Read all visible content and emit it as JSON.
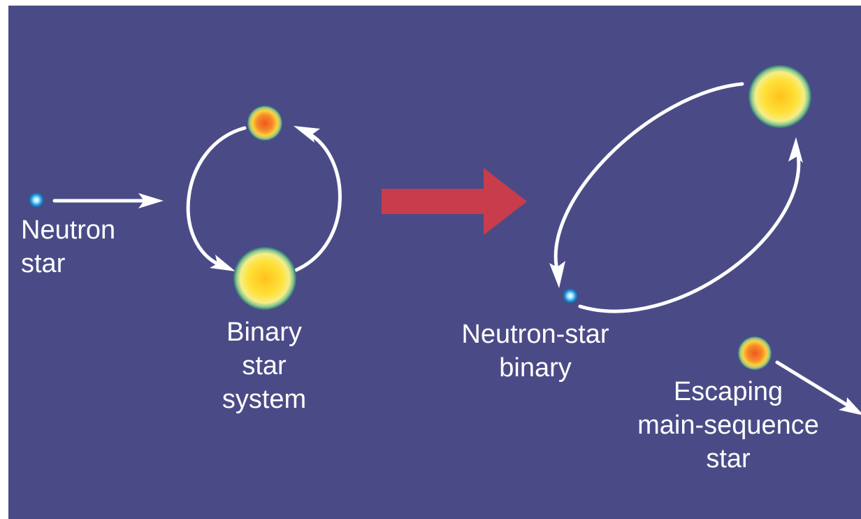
{
  "labels": {
    "neutron_star": [
      "Neutron",
      "star"
    ],
    "binary_system": [
      "Binary",
      "star",
      "system"
    ],
    "neutron_star_binary": [
      "Neutron-star",
      "binary"
    ],
    "escaping_star": [
      "Escaping",
      "main-sequence",
      "star"
    ]
  },
  "colors": {
    "background": "#4a4b86",
    "arrow": "#ffffff",
    "transition_arrow": "#c83c4c",
    "neutron_star": "#3aa7e6",
    "yellow_star": "#ffd93a",
    "orange_star": "#f07a2a"
  }
}
